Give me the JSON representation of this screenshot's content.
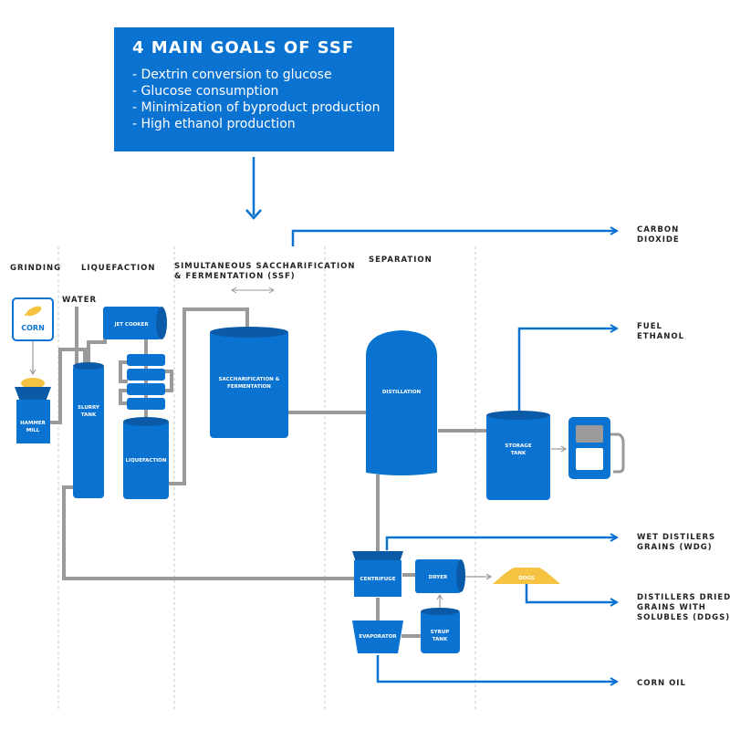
{
  "goals": {
    "title": "4 MAIN GOALS OF SSF",
    "items": [
      "- Dextrin conversion to glucose",
      "- Glucose consumption",
      "- Minimization of byproduct production",
      "- High ethanol production"
    ]
  },
  "stages": {
    "grinding": "GRINDING",
    "liquefaction": "LIQUEFACTION",
    "ssf_line1": "SIMULTANEOUS SACCHARIFICATION",
    "ssf_line2": "& FERMENTATION (SSF)",
    "separation": "SEPARATION"
  },
  "equipment": {
    "corn": "CORN",
    "hammer_mill_1": "HAMMER",
    "hammer_mill_2": "MILL",
    "water": "WATER",
    "jet_cooker": "JET COOKER",
    "slurry_tank_1": "SLURRY",
    "slurry_tank_2": "TANK",
    "liquefaction": "LIQUEFACTION",
    "saccharification_1": "SACCHARIFICATION &",
    "saccharification_2": "FERMENTATION",
    "distillation": "DISTILLATION",
    "storage_tank_1": "STORAGE",
    "storage_tank_2": "TANK",
    "centrifuge": "CENTRIFUGE",
    "dryer": "DRYER",
    "ddgs": "DDGS",
    "evaporator": "EVAPORATOR",
    "syrup_tank_1": "SYRUP",
    "syrup_tank_2": "TANK"
  },
  "outputs": {
    "carbon_dioxide_1": "CARBON",
    "carbon_dioxide_2": "DIOXIDE",
    "fuel_ethanol_1": "FUEL",
    "fuel_ethanol_2": "ETHANOL",
    "wdg_1": "WET DISTILERS",
    "wdg_2": "GRAINS (WDG)",
    "ddgs_1": "DISTILLERS DRIED",
    "ddgs_2": "GRAINS WITH",
    "ddgs_3": "SOLUBLES (DDGS)",
    "corn_oil": "CORN OIL"
  },
  "colors": {
    "accent": "#0a72d1",
    "pipe": "#9a9a9a",
    "grain": "#f5c242"
  }
}
